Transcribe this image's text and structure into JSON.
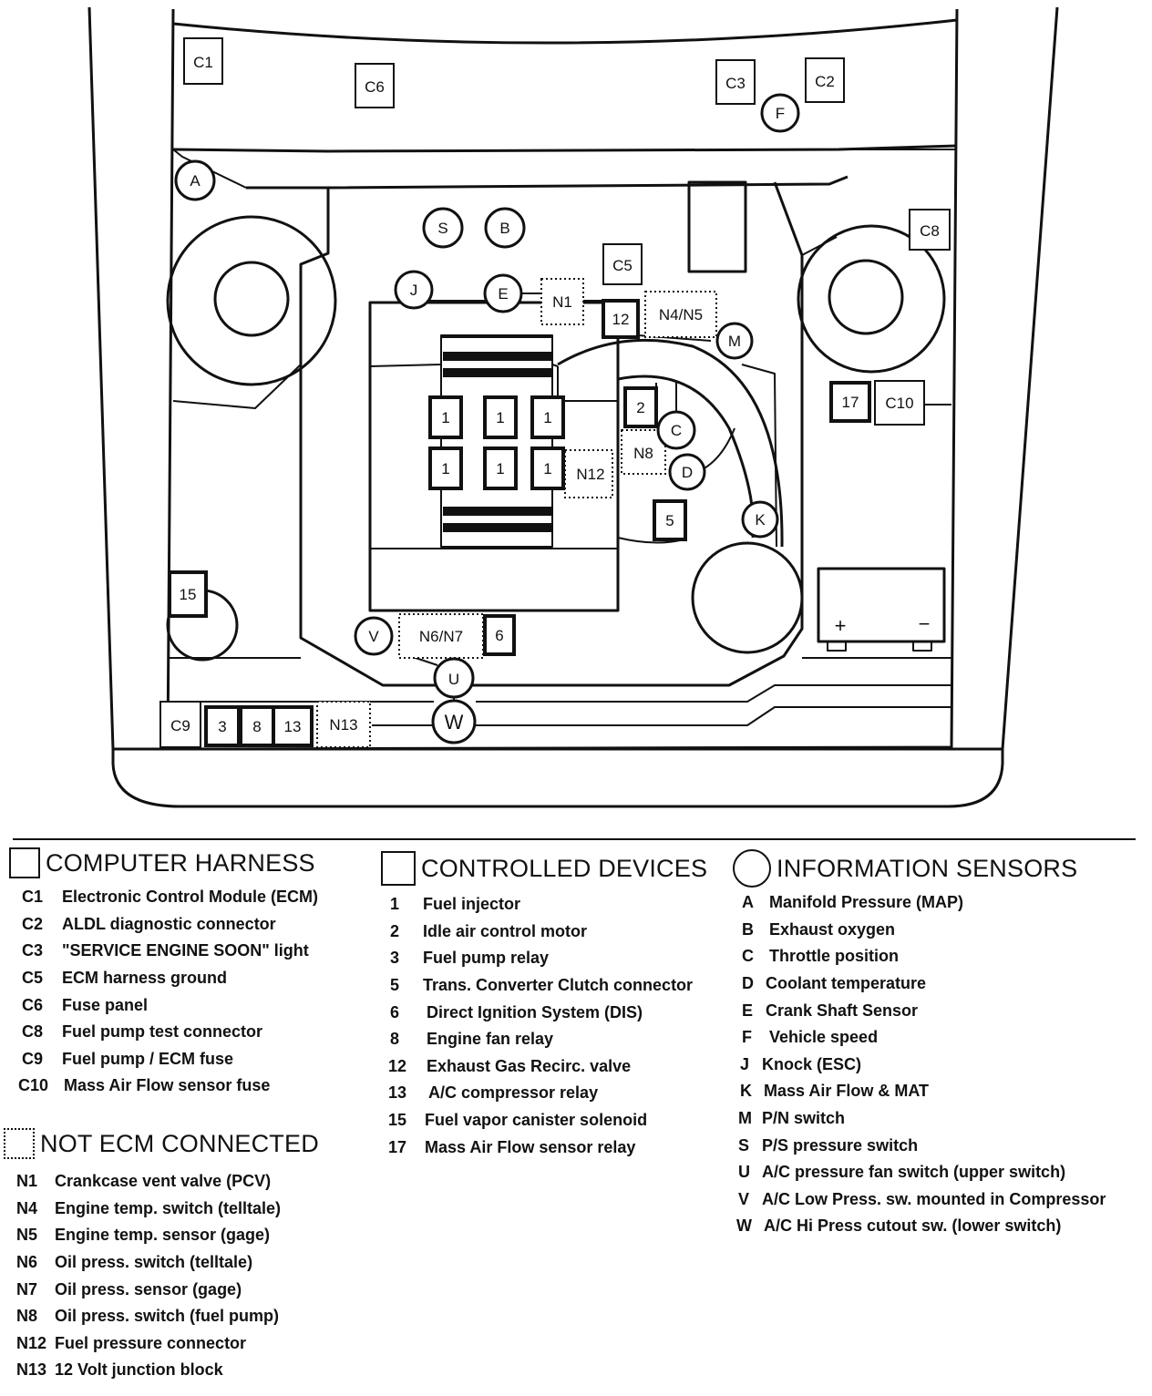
{
  "diagram": {
    "computer_harness_boxes": [
      "C1",
      "C6",
      "C3",
      "C2",
      "C5",
      "C8",
      "C10",
      "C9"
    ],
    "controlled_device_boxes": [
      "12",
      "1",
      "1",
      "1",
      "1",
      "1",
      "1",
      "2",
      "5",
      "17",
      "15",
      "6",
      "3",
      "8",
      "13"
    ],
    "information_sensor_circles": [
      "A",
      "S",
      "B",
      "J",
      "E",
      "M",
      "C",
      "D",
      "K",
      "F",
      "V",
      "U",
      "W"
    ],
    "not_ecm_boxes": [
      "N1",
      "N4/N5",
      "N8",
      "N12",
      "N6/N7",
      "N13"
    ],
    "battery_plus": "+",
    "battery_minus": "−"
  },
  "legend": {
    "computer_harness": {
      "title": "COMPUTER HARNESS",
      "items": [
        {
          "code": "C1",
          "desc": "Electronic Control Module (ECM)"
        },
        {
          "code": "C2",
          "desc": "ALDL diagnostic connector"
        },
        {
          "code": "C3",
          "desc": "\"SERVICE ENGINE SOON\" light"
        },
        {
          "code": "C5",
          "desc": "ECM harness ground"
        },
        {
          "code": "C6",
          "desc": "Fuse panel"
        },
        {
          "code": "C8",
          "desc": "Fuel pump test connector"
        },
        {
          "code": "C9",
          "desc": "Fuel pump / ECM fuse"
        },
        {
          "code": "C10",
          "desc": "Mass Air Flow sensor fuse"
        }
      ]
    },
    "not_ecm_connected": {
      "title": "NOT ECM CONNECTED",
      "items": [
        {
          "code": "N1",
          "desc": "Crankcase vent valve (PCV)"
        },
        {
          "code": "N4",
          "desc": "Engine temp. switch (telltale)"
        },
        {
          "code": "N5",
          "desc": "Engine temp. sensor (gage)"
        },
        {
          "code": "N6",
          "desc": "Oil press. switch (telltale)"
        },
        {
          "code": "N7",
          "desc": "Oil press. sensor (gage)"
        },
        {
          "code": "N8",
          "desc": "Oil press. switch (fuel pump)"
        },
        {
          "code": "N12",
          "desc": "Fuel  pressure connector"
        },
        {
          "code": "N13",
          "desc": "12 Volt junction block"
        }
      ]
    },
    "controlled_devices": {
      "title": "CONTROLLED DEVICES",
      "items": [
        {
          "code": "1",
          "desc": "Fuel injector"
        },
        {
          "code": "2",
          "desc": "Idle air control motor"
        },
        {
          "code": "3",
          "desc": "Fuel pump relay"
        },
        {
          "code": "5",
          "desc": "Trans. Converter Clutch connector"
        },
        {
          "code": "6",
          "desc": "Direct Ignition System  (DIS)"
        },
        {
          "code": "8",
          "desc": "Engine fan relay"
        },
        {
          "code": "12",
          "desc": "Exhaust Gas Recirc. valve"
        },
        {
          "code": "13",
          "desc": "A/C compressor relay"
        },
        {
          "code": "15",
          "desc": "Fuel vapor canister solenoid"
        },
        {
          "code": "17",
          "desc": "Mass Air Flow sensor relay"
        }
      ]
    },
    "information_sensors": {
      "title": "INFORMATION SENSORS",
      "items": [
        {
          "code": "A",
          "desc": "Manifold Pressure (MAP)"
        },
        {
          "code": "B",
          "desc": "Exhaust oxygen"
        },
        {
          "code": "C",
          "desc": "Throttle position"
        },
        {
          "code": "D",
          "desc": "Coolant temperature"
        },
        {
          "code": "E",
          "desc": "Crank Shaft Sensor"
        },
        {
          "code": "F",
          "desc": "Vehicle speed"
        },
        {
          "code": "J",
          "desc": "Knock (ESC)"
        },
        {
          "code": "K",
          "desc": "Mass Air Flow & MAT"
        },
        {
          "code": "M",
          "desc": "P/N switch"
        },
        {
          "code": "S",
          "desc": "P/S pressure switch"
        },
        {
          "code": "U",
          "desc": "A/C pressure fan switch (upper switch)"
        },
        {
          "code": "V",
          "desc": "A/C Low Press. sw. mounted in Compressor"
        },
        {
          "code": "W",
          "desc": "A/C Hi Press cutout sw. (lower switch)"
        }
      ]
    }
  }
}
